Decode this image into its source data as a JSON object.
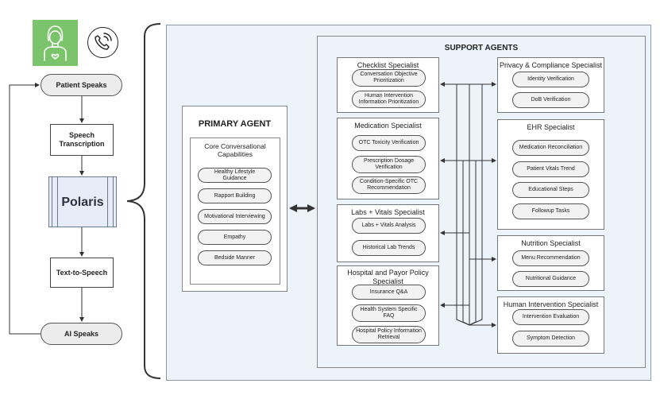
{
  "flow": {
    "patient_speaks": "Patient Speaks",
    "speech_transcription": "Speech Transcription",
    "polaris": "Polaris",
    "text_to_speech": "Text-to-Speech",
    "ai_speaks": "AI Speaks"
  },
  "icons": {
    "avatar": "person-avatar-icon",
    "phone": "phone-call-icon",
    "colors": {
      "avatar_tile": "#7cc46b",
      "panel_bg": "#edf3fb"
    }
  },
  "primary": {
    "title": "PRIMARY AGENT",
    "core_title": "Core Conversational Capabilities",
    "capabilities": [
      "Healthy Lifestyle Guidance",
      "Rapport Building",
      "Motivational Interviewing",
      "Empathy",
      "Bedside Manner"
    ]
  },
  "support": {
    "title": "SUPPORT AGENTS",
    "checklist": {
      "title": "Checklist Specialist",
      "items": [
        "Conversation Objective Prioritization",
        "Human Intervention Information Prioritization"
      ]
    },
    "medication": {
      "title": "Medication Specialist",
      "items": [
        "OTC Toxicity Verification",
        "Prescription Dosage Verification",
        "Condition-Specific OTC Recommendation"
      ]
    },
    "labs": {
      "title": "Labs + Vitals Specialist",
      "items": [
        "Labs + Vitals Analysis",
        "Historical Lab Trends"
      ]
    },
    "hospital": {
      "title": "Hospital and Payor Policy Specialist",
      "items": [
        "Insurance Q&A",
        "Health System Specific FAQ",
        "Hospital Policy Information Retrieval"
      ]
    },
    "privacy": {
      "title": "Privacy & Compliance Specialist",
      "items": [
        "Identity Verification",
        "DoB Verification"
      ]
    },
    "ehr": {
      "title": "EHR Specialist",
      "items": [
        "Medication Reconciliation",
        "Patient Vitals Trend",
        "Educational Steps",
        "Followup Tasks"
      ]
    },
    "nutrition": {
      "title": "Nutrition Specialist",
      "items": [
        "Menu Recommendation",
        "Nutritional Guidance"
      ]
    },
    "human": {
      "title": "Human Intervention Specialist",
      "items": [
        "Intervention Evaluation",
        "Symptom Detection"
      ]
    }
  }
}
